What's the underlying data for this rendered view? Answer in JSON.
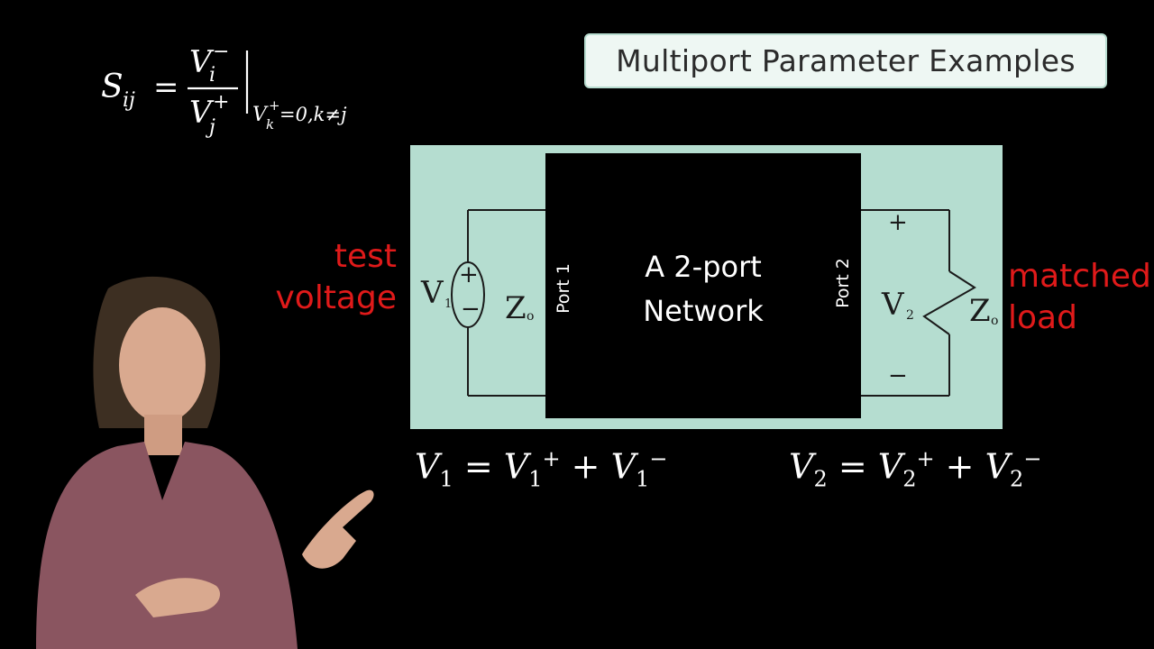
{
  "title": "Multiport Parameter Examples",
  "formula": {
    "lhs": "S",
    "lhs_sub": "ij",
    "equals": "=",
    "num": "V",
    "num_sub": "i",
    "num_sup": "−",
    "den": "V",
    "den_sub": "j",
    "den_sup": "+",
    "condition": "V",
    "condition_sub": "k",
    "condition_sup": "+",
    "condition_rest": "=0,k≠j"
  },
  "circuit": {
    "network_line1": "A 2-port",
    "network_line2": "Network",
    "port1": "Port 1",
    "port2": "Port 2",
    "v1": "V",
    "v1_sub": "1",
    "v2": "V",
    "v2_sub": "2",
    "zo_left": "Z",
    "zo_left_sub": "o",
    "zo_right": "Z",
    "zo_right_sub": "o",
    "plus": "+",
    "minus": "−",
    "source_plus": "+",
    "source_minus": "−"
  },
  "annotations": {
    "left_line1": "test",
    "left_line2": "voltage",
    "right_line1": "matched",
    "right_line2": "load"
  },
  "equations": {
    "eq1": {
      "lhs": "V",
      "lhs_sub": "1",
      "t1": "V",
      "t1_sub": "1",
      "t1_sup": "+",
      "t2": "V",
      "t2_sub": "1",
      "t2_sup": "−"
    },
    "eq2": {
      "lhs": "V",
      "lhs_sub": "2",
      "t1": "V",
      "t1_sub": "2",
      "t1_sup": "+",
      "t2": "V",
      "t2_sub": "2",
      "t2_sup": "−"
    }
  },
  "colors": {
    "panel": "#b5ddd0",
    "annotation_red": "#e01a1a",
    "title_bg": "#eef7f3"
  }
}
